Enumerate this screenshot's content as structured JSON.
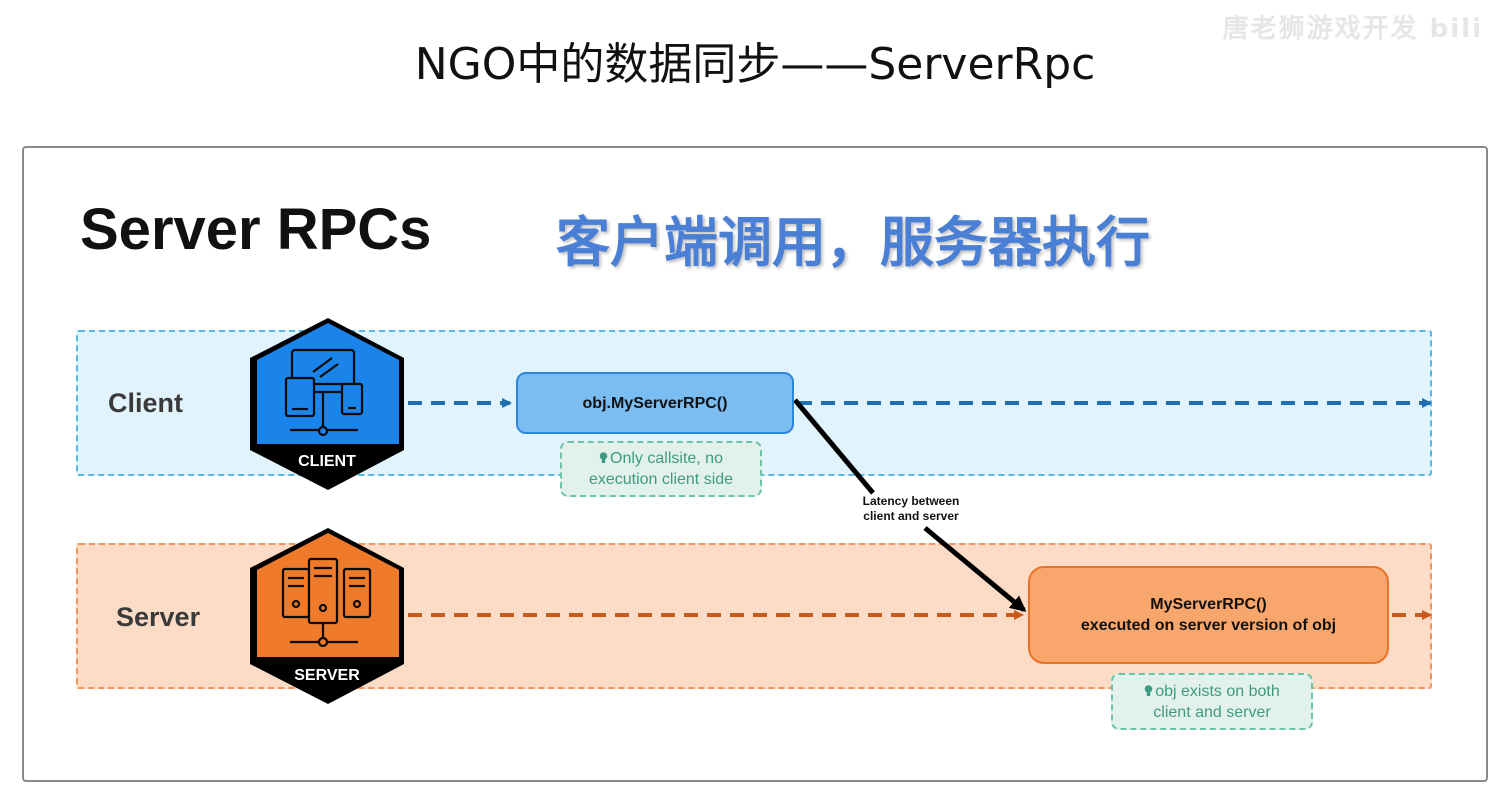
{
  "page_title": "NGO中的数据同步——ServerRpc",
  "watermark": "唐老狮游戏开发 bili",
  "slide": {
    "heading": "Server RPCs",
    "subtitle": "客户端调用，服务器执行"
  },
  "lanes": {
    "client": {
      "label": "Client",
      "badge": "CLIENT"
    },
    "server": {
      "label": "Server",
      "badge": "SERVER"
    }
  },
  "client_box": {
    "text": "obj.MyServerRPC()"
  },
  "server_box": {
    "line1": "MyServerRPC()",
    "line2": "executed on server version of obj"
  },
  "notes": {
    "client": {
      "line1": "Only callsite, no",
      "line2": "execution client side"
    },
    "server": {
      "line1": "obj exists on both",
      "line2": "client and server"
    }
  },
  "latency": {
    "line1": "Latency between",
    "line2": "client and server"
  },
  "colors": {
    "client_blue": "#1a84ea",
    "server_orange": "#ef7a2a",
    "client_arrow": "#1f6fb2",
    "server_arrow": "#c95a1a",
    "note_green": "#3f9a83",
    "subtitle_blue": "#4a7fd6"
  },
  "icons": {
    "client": "devices-icon",
    "server": "server-rack-icon",
    "note": "lightbulb-icon"
  }
}
